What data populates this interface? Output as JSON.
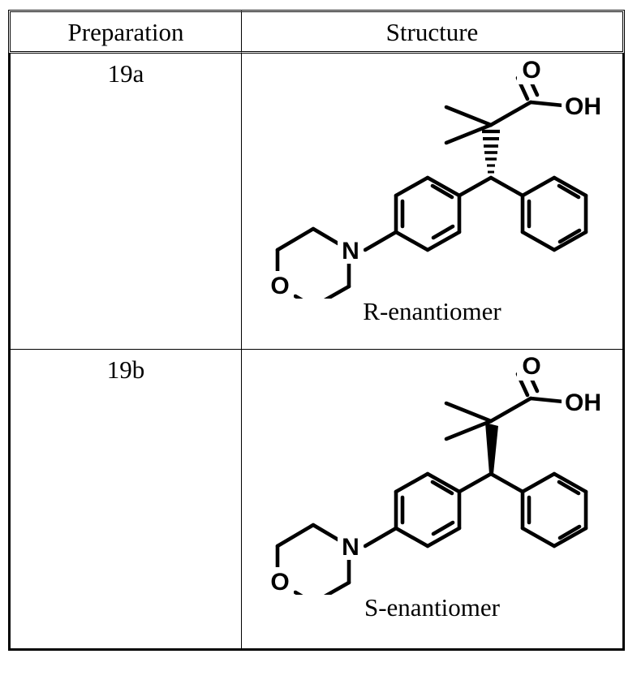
{
  "table": {
    "columns": [
      {
        "key": "preparation",
        "label": "Preparation"
      },
      {
        "key": "structure",
        "label": "Structure"
      }
    ],
    "rows": [
      {
        "preparation": "19a",
        "stereo_label": "R-enantiomer",
        "wedge_type": "hashed",
        "atom_labels": {
          "carbonyl_oxygen": "O",
          "hydroxyl": "OH",
          "morpholine_nitrogen": "N",
          "morpholine_oxygen": "O"
        }
      },
      {
        "preparation": "19b",
        "stereo_label": "S-enantiomer",
        "wedge_type": "solid",
        "atom_labels": {
          "carbonyl_oxygen": "O",
          "hydroxyl": "OH",
          "morpholine_nitrogen": "N",
          "morpholine_oxygen": "O"
        }
      }
    ]
  },
  "style": {
    "ink": "#000000",
    "paper": "#ffffff"
  }
}
